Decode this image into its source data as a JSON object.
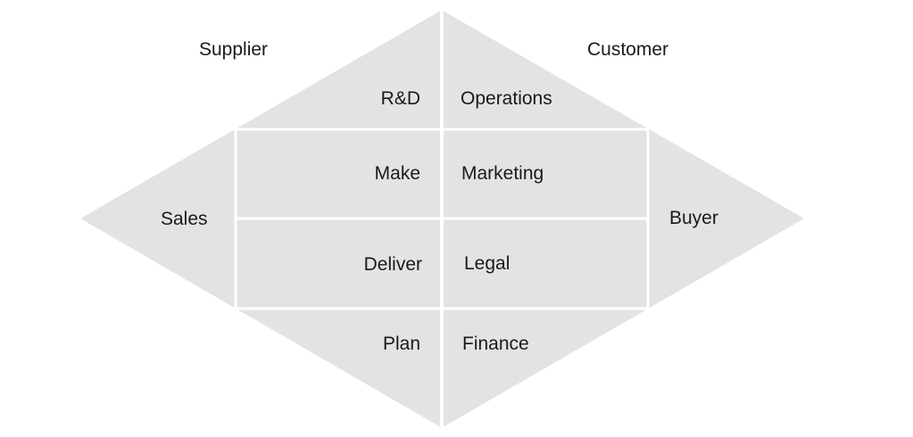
{
  "colors": {
    "fill": "#e3e3e3",
    "divider": "#ffffff",
    "text": "#1a1a1a",
    "background": "#ffffff"
  },
  "outer_labels": {
    "supplier": "Supplier",
    "customer": "Customer",
    "sales": "Sales",
    "buyer": "Buyer"
  },
  "cells": {
    "rnd": "R&D",
    "operations": "Operations",
    "make": "Make",
    "marketing": "Marketing",
    "deliver": "Deliver",
    "legal": "Legal",
    "plan": "Plan",
    "finance": "Finance"
  }
}
